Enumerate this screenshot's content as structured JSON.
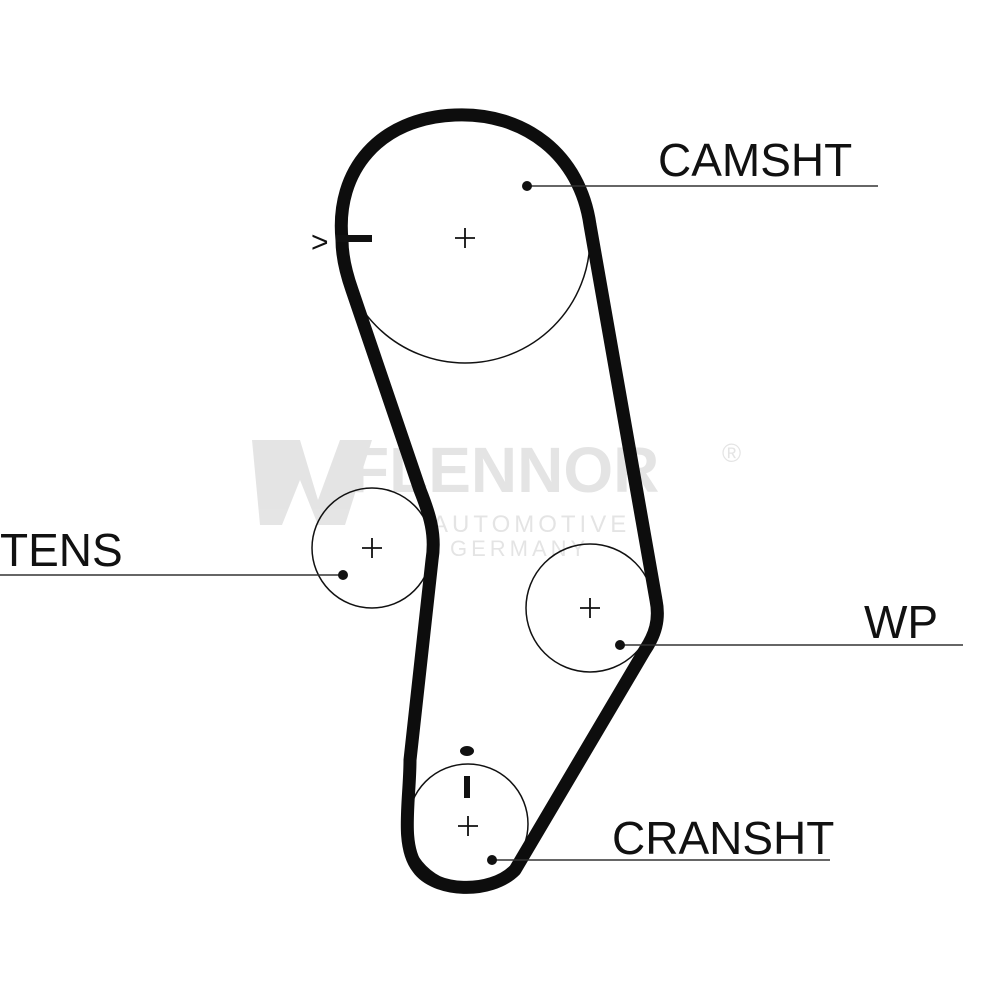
{
  "labels": {
    "camshaft": "CAMSHT",
    "tensioner": "TENS",
    "water_pump": "WP",
    "crankshaft": "CRANSHT"
  },
  "watermark": {
    "brand": "FLENNOR",
    "registered": "®",
    "line1": "AUTOMOTIVE",
    "line2": "GERMANY"
  },
  "timing_marks": {
    "camshaft_arrow": ">"
  },
  "colors": {
    "ink": "#111111",
    "belt": "#0d0d0d",
    "watermark": "#dcdcdc"
  }
}
